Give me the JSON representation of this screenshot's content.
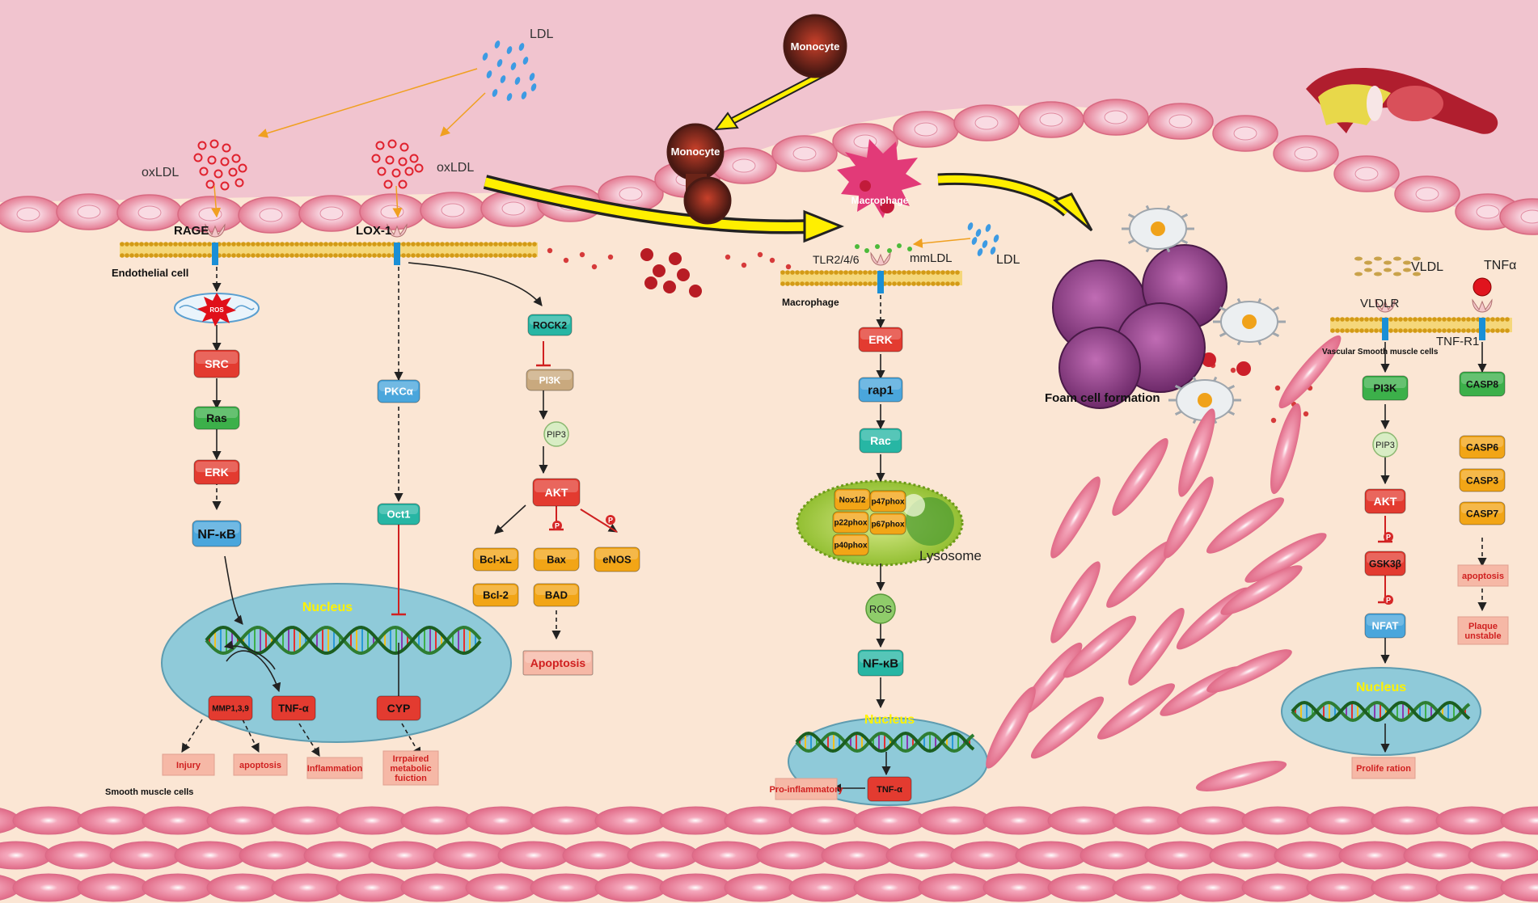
{
  "labels": {
    "ldl_top": "LDL",
    "oxldl_left": "oxLDL",
    "oxldl_mid": "oxLDL",
    "monocyte_1": "Monocyte",
    "monocyte_2": "Monocyte",
    "macrophage_cell": "Macrophage",
    "rage": "RAGE",
    "lox1": "LOX-1",
    "endothelial_cell": "Endothelial cell",
    "ros_badge": "ROS",
    "tlr": "TLR2/4/6",
    "mmldl": "mmLDL",
    "ldl_right": "LDL",
    "macrophage_membrane": "Macrophage",
    "foam_cell": "Foam cell formation",
    "vldl": "VLDL",
    "vldlr": "VLDLR",
    "tnfa_top": "TNFα",
    "tnfr1": "TNF-R1",
    "vsmc": "Vascular Smooth muscle cells",
    "smooth_muscle": "Smooth muscle cells",
    "lysosome": "Lysosome",
    "phospho": "P"
  },
  "nodes": {
    "src": "SRC",
    "ras": "Ras",
    "erk1": "ERK",
    "nfkb1": "NF-κB",
    "pkca": "PKCα",
    "oct1": "Oct1",
    "rock2": "ROCK2",
    "pi3k1": "PI3K",
    "pip3_1": "PIP3",
    "akt1": "AKT",
    "bclxl": "Bcl-xL",
    "bcl2": "Bcl-2",
    "bax": "Bax",
    "bad": "BAD",
    "enos": "eNOS",
    "apoptosis1": "Apoptosis",
    "erk2": "ERK",
    "rap1": "rap1",
    "rac": "Rac",
    "nox12": "Nox1/2",
    "p47": "p47phox",
    "p22": "p22phox",
    "p67": "p67phox",
    "p40": "p40phox",
    "ros2": "ROS",
    "nfkb2": "NF-κB",
    "pi3k2": "PI3K",
    "pip3_2": "PIP3",
    "akt2": "AKT",
    "gsk3b": "GSK3β",
    "nfat": "NFAT",
    "casp8": "CASP8",
    "casp6": "CASP6",
    "casp3": "CASP3",
    "casp7": "CASP7"
  },
  "nucleus": {
    "n1": "Nucleus",
    "mmp": "MMP1,3,9",
    "tnf1": "TNF-α",
    "cyp": "CYP",
    "n2": "Nucleus",
    "tnf2": "TNF-α",
    "n3": "Nucleus"
  },
  "outcomes": {
    "injury": "Injury",
    "apoptosis2": "apoptosis",
    "inflammation": "Inflammation",
    "impaired_1": "Irrpaired",
    "impaired_2": "metabolic",
    "impaired_3": "fuiction",
    "proinflammatory": "Pro-inflammatory",
    "proliferation": "Prolife ration",
    "apoptosis3": "apoptosis",
    "plaque_1": "Plaque",
    "plaque_2": "unstable"
  },
  "colors": {
    "lumen": "#f1c4cf",
    "tissue": "#fbe6d4",
    "red_node": "#e33b30",
    "green_node": "#3cb04a",
    "orange_node": "#f2a516",
    "blue_node": "#4aa6dc",
    "teal_node": "#27b6a4",
    "nucleus": "#8fcad9",
    "outcome": "#f6b8a6",
    "arrow_yellow": "#ffef00"
  }
}
